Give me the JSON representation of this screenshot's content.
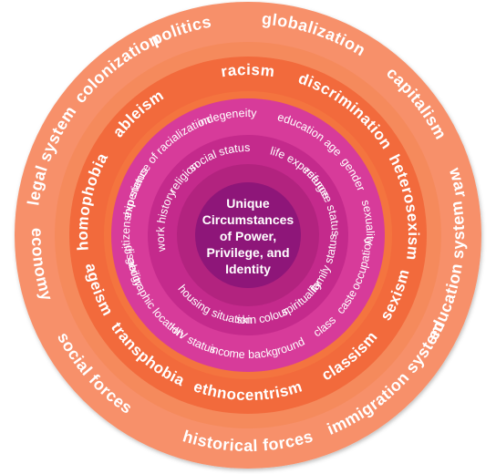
{
  "center": {
    "lines": [
      "Unique",
      "Circumstances",
      "of Power,",
      "Privilege, and",
      "Identity"
    ]
  },
  "rings": {
    "outer": {
      "color": "#f58a5c",
      "labels": [
        "politics",
        "globalization",
        "capitalism",
        "war",
        "education system",
        "immigration system",
        "historical forces",
        "social forces",
        "economy",
        "legal system",
        "colonization"
      ]
    },
    "middle": {
      "color": "#f26a3c",
      "labels": [
        "racism",
        "discrimination",
        "heterosexism",
        "sexism",
        "classism",
        "ethnocentrism",
        "transphobia",
        "ageism",
        "homophobia",
        "ableism"
      ]
    },
    "inner1": {
      "color": "#d73b9a",
      "labels": [
        "indegeneity",
        "education",
        "age",
        "gender",
        "sexuality",
        "occupation",
        "caste",
        "class",
        "background",
        "income",
        "HIV status",
        "geographic location",
        "disability",
        "citizenship status",
        "experience of racialization"
      ]
    },
    "inner2": {
      "color": "#c42a8c",
      "labels": [
        "social status",
        "life experience",
        "refugee status",
        "family status",
        "spirituality",
        "skin colour",
        "housing situation",
        "work history",
        "religion"
      ]
    },
    "core": {
      "color": "#8e1679"
    }
  }
}
